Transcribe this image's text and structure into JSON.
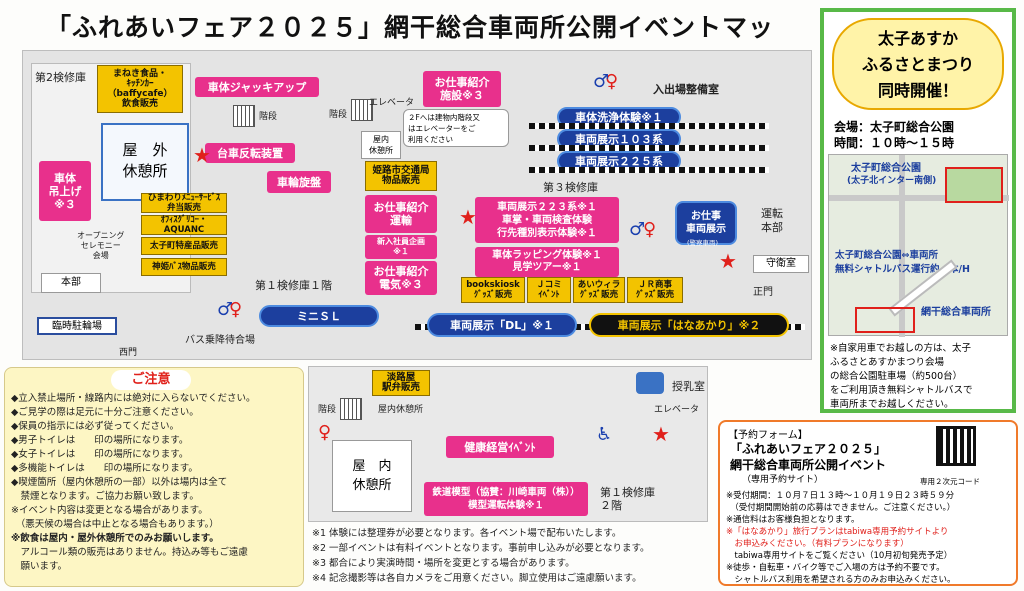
{
  "title": "「ふれあいフェア２０２５」網干総合車両所公開イベントマップ",
  "side": {
    "headline": [
      "太子あすか",
      "ふるさとまつり",
      "同時開催！"
    ],
    "venue": "会場：太子町総合公園",
    "time": "時間：１０時～１５時",
    "map_park": "太子町総合公園",
    "map_park_sub": "(太子北インター南側)",
    "shuttle_1": "太子町総合公園⇔車両所",
    "shuttle_2": "無料シャトルバス運行約４本/H",
    "map_depot": "網干総合車両所",
    "note": [
      "※自家用車でお越しの方は、太子",
      "ふるさとあすかまつり会場",
      "の総合公園駐車場（約500台）",
      "をご利用頂き無料シャトルバスで",
      "車両所までお越しください。"
    ]
  },
  "map": {
    "labels": {
      "bldg2": "第2検修庫",
      "bldg3": "第３検修庫",
      "bldg1": "第１検修庫１階",
      "bldg1_2f": "第１検修庫\n２階",
      "outdoor_rest": "屋　外\n休憩所",
      "indoor_rest": "屋内\n休憩所",
      "indoor_rest_big": "屋　内\n休憩所",
      "indoor_rest_small": "屋内休憩所",
      "stairs1": "階段",
      "stairs2": "階段",
      "stairs3": "階段",
      "elevator": "エレベータ",
      "elevator2": "エレベータ",
      "elevator_note": "２Fへは建物内階段又\nはエレベーターをご\n利用ください",
      "entrance_guard": "入出場整備室",
      "driver_office": "運転\n本部",
      "guard_room": "守衛室",
      "main_gate": "正門",
      "west_gate": "西門",
      "hq": "本部",
      "temp_parking": "臨時駐輪場",
      "bus_stop": "バス乗降待合場",
      "opening": "オープニング\nセレモニー\n会場",
      "nursing": "授乳室"
    },
    "events": {
      "jack": "車体ジャッキアップ",
      "job_intro_facility": "お仕事紹介\n施設※３",
      "bogie_rotate": "台車反転装置",
      "wheel_lathe": "車輪旋盤",
      "lift": "車体\n吊上げ\n※３",
      "job_unyo": "お仕事紹介\n運輸",
      "new_recruit": "新入社員企画\n※１",
      "job_denki": "お仕事紹介\n電気※３",
      "wash": "車体洗浄体験※１",
      "ex103": "車両展示１０３系",
      "ex225": "車両展示２２５系",
      "ex223": "車両展示２２３系※１\n車掌・車両検査体験\n行先種別表示体験※１",
      "wrapping": "車体ラッピング体験※１\n見学ツアー※１",
      "job_vehicle": "お仕事\n車両展示",
      "job_vehicle_sub": "(警察車両)",
      "mini_sl": "ミニＳＬ",
      "dl": "車両展示「DL」※１",
      "hanaakari": "車両展示「はなあかり」※２",
      "health": "健康経営ｲﾍﾞﾝﾄ",
      "model": "鉄道模型（協賛：川崎車両（株））\n模型運転体験※１"
    },
    "vendors": {
      "manekiv": "まねき食品・\nｷｯﾁﾝｶｰ（baffycafe）\n飲食販売",
      "himawari": "ひまわりﾒﾆｭｰｻｰﾋﾞｽ\n弁当販売",
      "aquanc": "ｵﾌｨｽｸﾞﾘｺｰ・\nAQUANC",
      "taishi": "太子町特産品販売",
      "shinki": "神姫ﾊﾞｽ物品販売",
      "himeji": "姫路市交通局\n物品販売",
      "books": "bookskiosk\nｸﾞｯｽﾞ販売",
      "jcomi": "Ｊコミ\nｲﾍﾞﾝﾄ",
      "aiuira": "あいウィラ\nｸﾞｯｽﾞ販売",
      "jr_shoji": "ＪＲ商事\nｸﾞｯｽﾞ販売",
      "awajiya": "淡路屋\n駅弁販売"
    }
  },
  "notice": {
    "title": "ご注意",
    "items": [
      "◆立入禁止場所・線路内には絶対に入らないでください。",
      "◆ご見学の際は足元に十分ご注意ください。",
      "◆保員の指示には必ず従ってください。",
      "◆男子トイレは　　印の場所になります。",
      "◆女子トイレは　　印の場所になります。",
      "◆多機能トイレは　　印の場所になります。",
      "◆喫煙箇所（屋内休憩所の一部）以外は場内は全て",
      "　禁煙となります。ご協力お願い致します。",
      "※イベント内容は変更となる場合があります。",
      "　（悪天候の場合は中止となる場合もあります。）",
      "※飲食は屋内・屋外休憩所でのみお願いします。",
      "　アルコール類の販売はありません。持込み等もご遠慮",
      "　願います。"
    ]
  },
  "footnotes": [
    "※1 体験には整理券が必要となります。各イベント場で配布いたします。",
    "※2 一部イベントは有料イベントとなります。事前申し込みが必要となります。",
    "※3 都合により実演時間・場所を変更とする場合があります。",
    "※4 記念撮影等は各自カメラをご用意ください。脚立使用はご遠慮願います。"
  ],
  "form": {
    "header": "【予約フォーム】",
    "title1": "「ふれあいフェア２０２５」",
    "title2": "網干総合車両所公開イベント",
    "sub": "（専用予約サイト）",
    "qr_caption": "専用２次元コード",
    "lines": [
      "※受付期間：１０月７日１３時～１０月１９日２３時５９分",
      "　（受付期間開始前の応募はできません。ご注意ください。）",
      "※通信料はお客様負担となります。",
      "※「はなあかり」旅行プランはtabiwa専用予約サイトより",
      "　お申込みください。（有料プランになります）",
      "　tabiwa専用サイトをご覧ください（10月初旬発売予定）",
      "※徒歩・自転車・バイク等でご入場の方は予約不要です。",
      "　シャトルバス利用を希望される方のみお申込みください。"
    ]
  },
  "colors": {
    "pink": "#e8308c",
    "blue": "#1c3f9e",
    "yellow": "#f3c300",
    "green": "#58b947",
    "orange": "#f07a2a"
  }
}
